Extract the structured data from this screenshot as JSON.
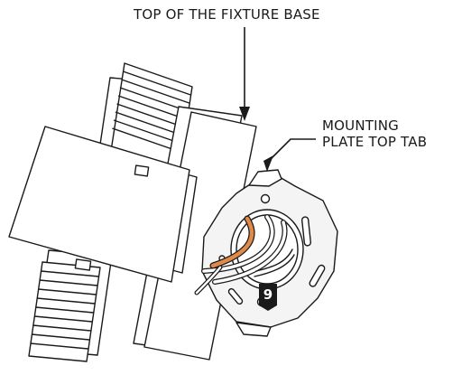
{
  "labels": {
    "top_of_fixture_base": "TOP OF THE FIXTURE BASE",
    "mounting_plate_line1": "MOUNTING",
    "mounting_plate_line2": "PLATE TOP TAB"
  },
  "step_badge": "9",
  "colors": {
    "line": "#1a1a1a",
    "fixture_fill": "#ffffff",
    "plate_fill": "#f4f4f4",
    "orange_wire": "#e08a4a",
    "badge_bg": "#1a1a1a"
  }
}
